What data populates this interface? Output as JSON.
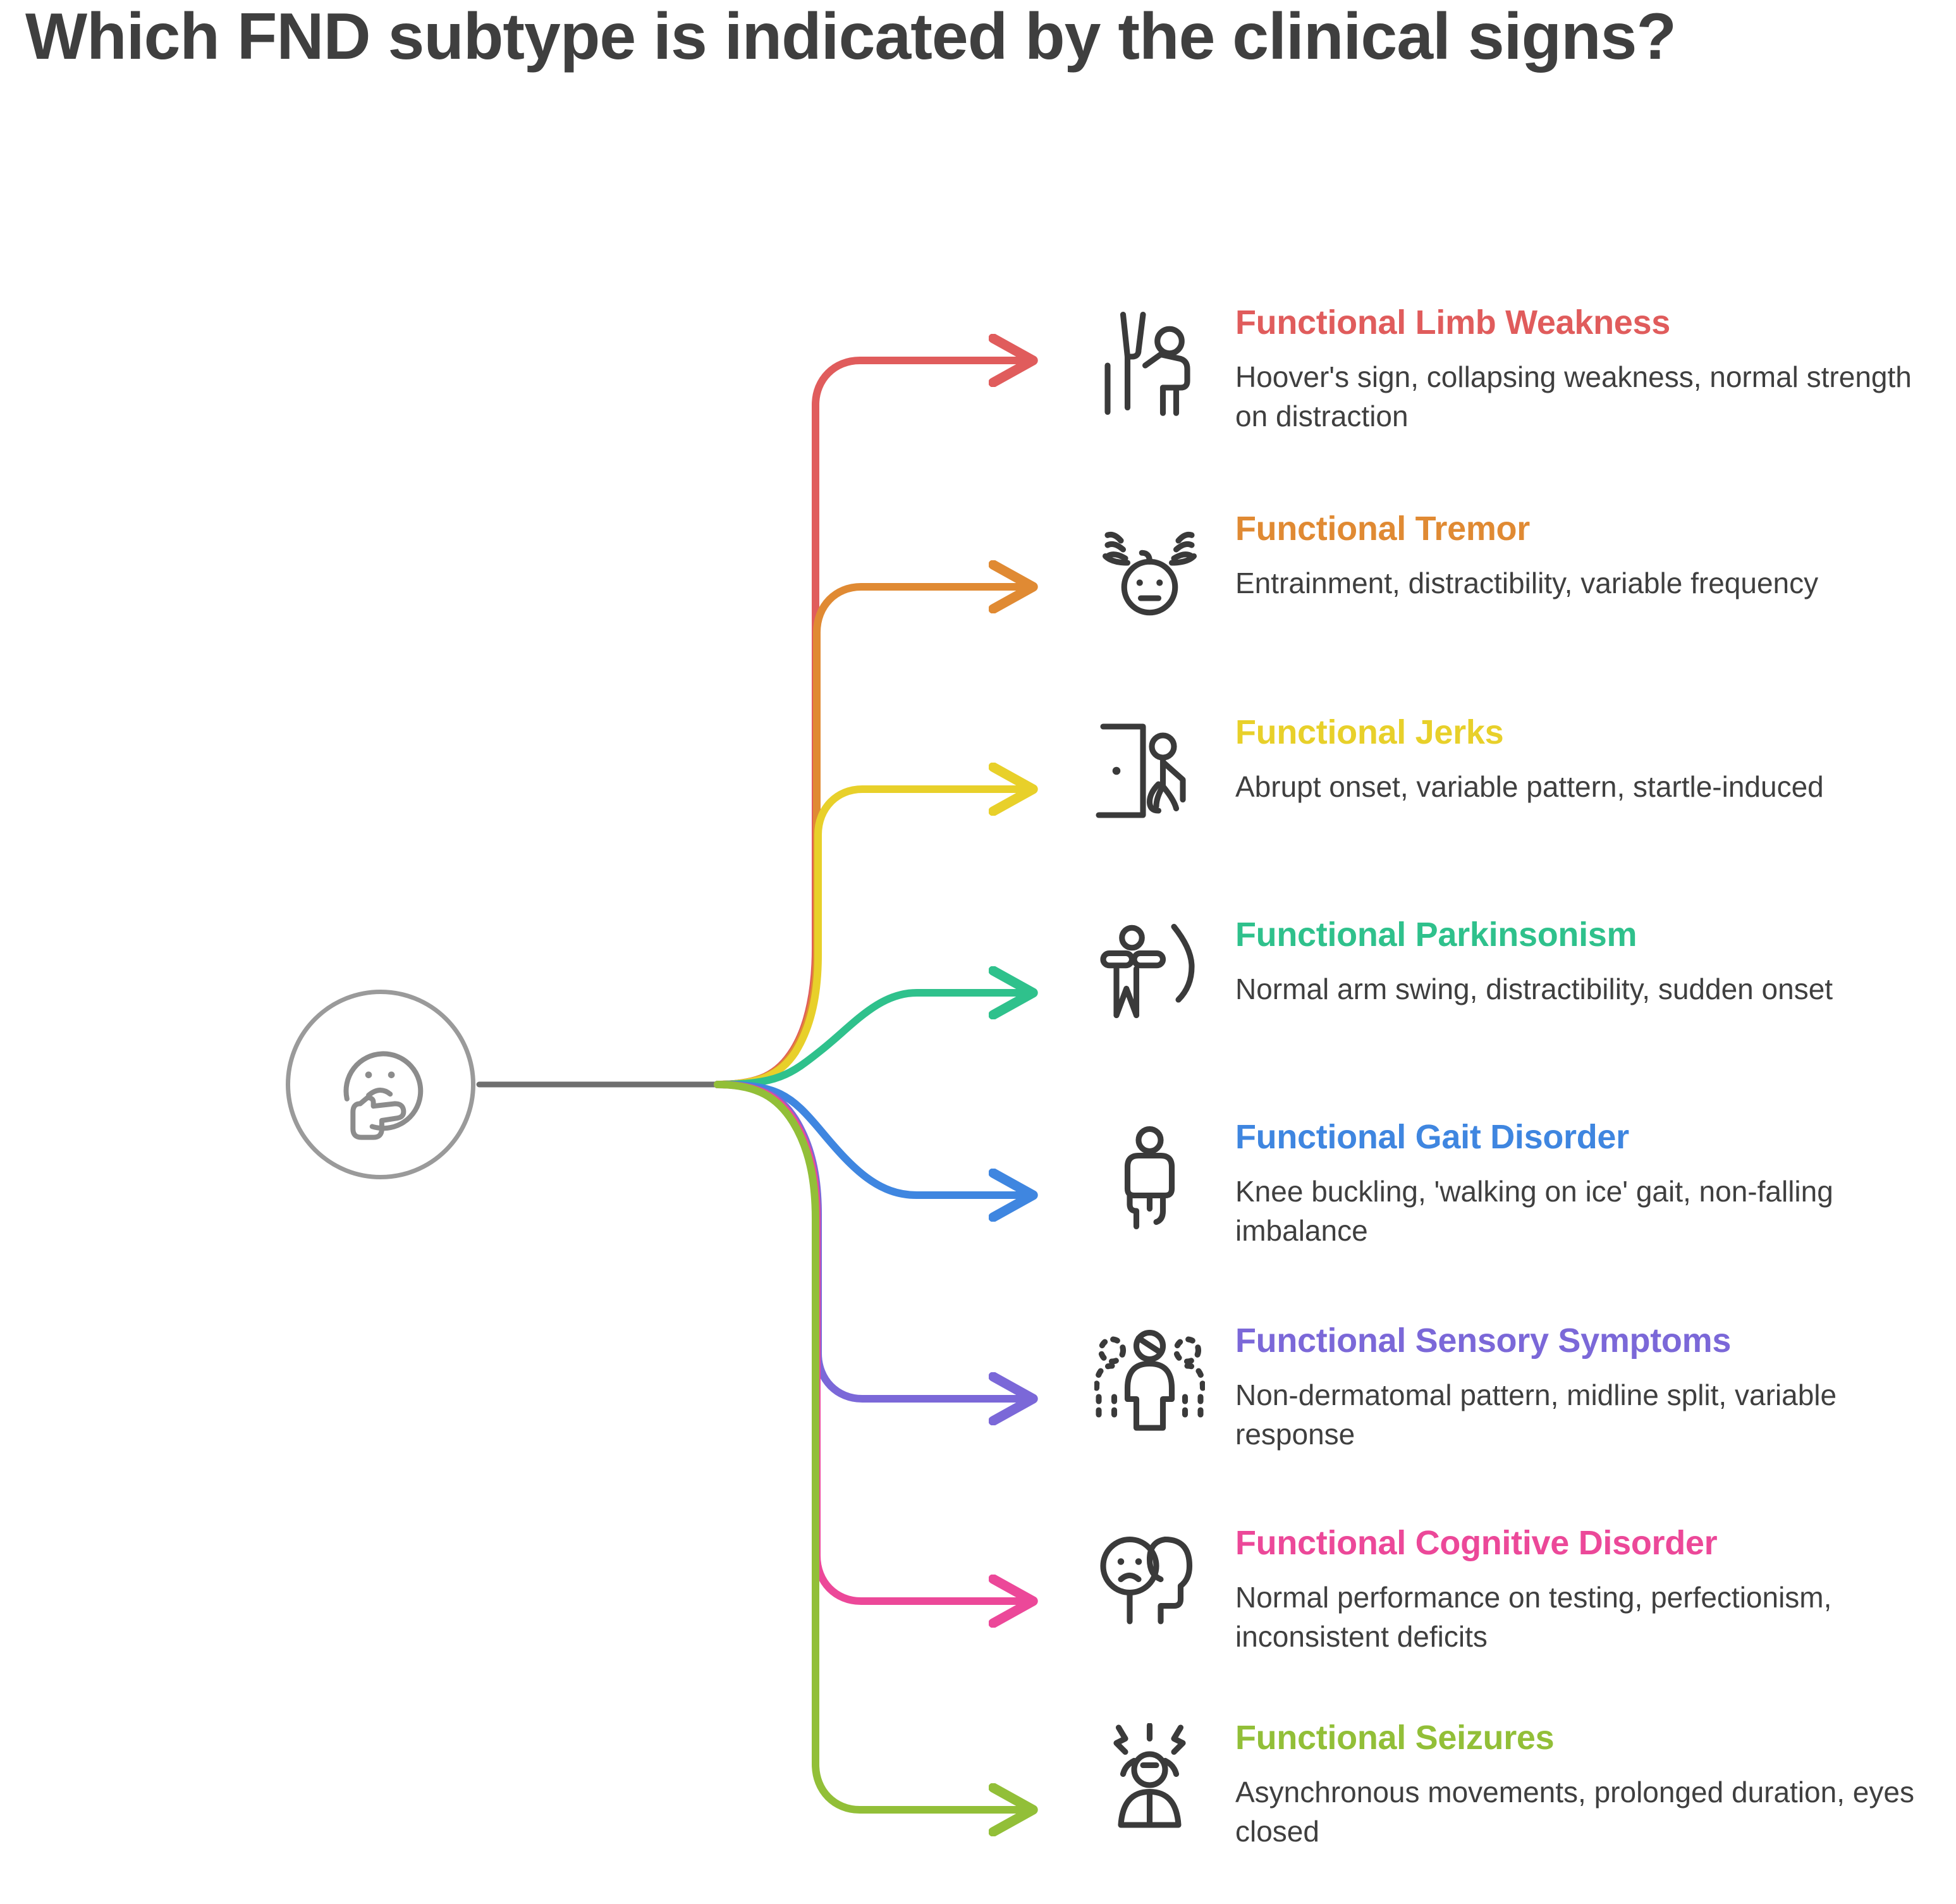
{
  "page": {
    "title": "Which FND subtype is indicated by the clinical signs?",
    "background_color": "#ffffff",
    "title_color": "#3f3f3f",
    "central_node": {
      "icon": "thinking-face-icon",
      "stroke_color": "#9a9a9a"
    },
    "trunk_color": "#6f6f6f"
  },
  "branches": [
    {
      "title": "Functional Limb Weakness",
      "description": "Hoover's sign, collapsing weakness, normal strength on distraction",
      "color": "#e05c5c",
      "icon": "person-with-crutch-icon"
    },
    {
      "title": "Functional Tremor",
      "description": "Entrainment, distractibility, variable frequency",
      "color": "#e08a33",
      "icon": "face-shaking-hands-icon"
    },
    {
      "title": "Functional Jerks",
      "description": "Abrupt onset, variable pattern, startle-induced",
      "color": "#e8d02a",
      "icon": "door-startled-person-icon"
    },
    {
      "title": "Functional Parkinsonism",
      "description": "Normal arm swing, distractibility, sudden onset",
      "color": "#2fc18c",
      "icon": "person-arm-swing-icon"
    },
    {
      "title": "Functional Gait Disorder",
      "description": "Knee buckling, 'walking on ice' gait, non-falling imbalance",
      "color": "#3f86e0",
      "icon": "person-unsteady-gait-icon"
    },
    {
      "title": "Functional Sensory Symptoms",
      "description": "Non-dermatomal pattern, midline split, variable response",
      "color": "#7b68d8",
      "icon": "person-dotted-outline-icon"
    },
    {
      "title": "Functional Cognitive Disorder",
      "description": "Normal performance on testing, perfectionism, inconsistent deficits",
      "color": "#ec4899",
      "icon": "sad-face-head-profile-icon"
    },
    {
      "title": "Functional Seizures",
      "description": "Asynchronous movements, prolonged duration, eyes closed",
      "color": "#92bf38",
      "icon": "person-seizure-icon"
    }
  ]
}
